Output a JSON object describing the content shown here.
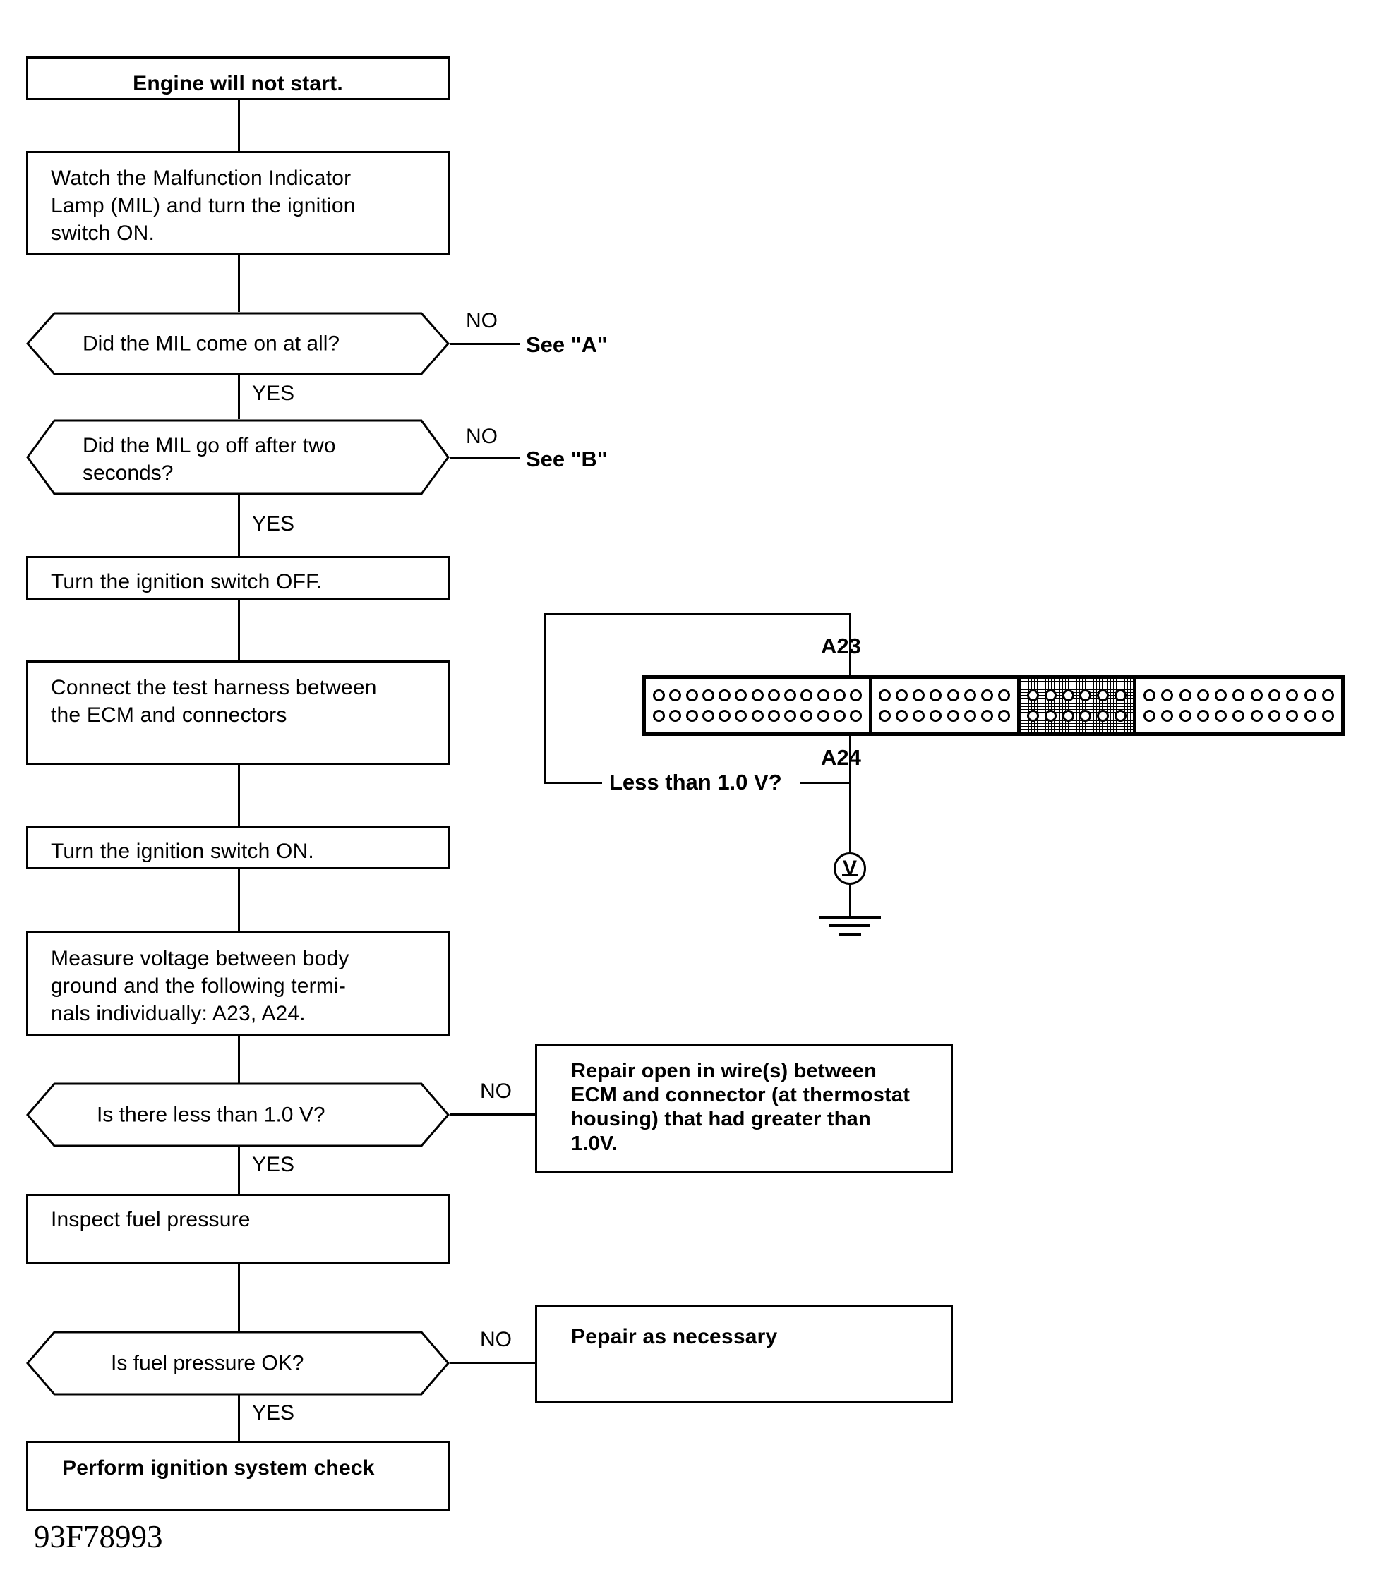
{
  "figure": {
    "code": "93F78993",
    "title_node": "Engine will not start."
  },
  "flow": {
    "nodes": [
      {
        "id": "start",
        "label": "Engine will not start."
      },
      {
        "id": "watch-mil",
        "label": "Watch the Malfunction Indicator\nLamp (MIL) and turn the ignition\nswitch ON."
      },
      {
        "id": "ign-off",
        "label": "Turn the ignition switch OFF."
      },
      {
        "id": "connect-harness",
        "label": "Connect the test harness between\nthe  ECM  and  connectors"
      },
      {
        "id": "ign-on",
        "label": "Turn the ignition switch ON."
      },
      {
        "id": "measure",
        "label": "Measure voltage between body\nground and the following termi-\nnals individually: A23, A24."
      },
      {
        "id": "inspect-fuel",
        "label": "Inspect fuel pressure"
      },
      {
        "id": "ignition-check",
        "label": "Perform  ignition  system  check"
      },
      {
        "id": "repair-open",
        "label": "Repair open in wire(s) between\nECM and connector (at thermostat\nhousing) that had greater than\n1.0V."
      },
      {
        "id": "repair-necessary",
        "label": "Pepair  as  necessary"
      }
    ],
    "decisions": [
      {
        "id": "mil-on",
        "label": "Did the MIL come on at all?"
      },
      {
        "id": "mil-off",
        "label": "Did the MIL go off after two\nseconds?"
      },
      {
        "id": "less-than-1v",
        "label": "Is there less than 1.0 V?"
      },
      {
        "id": "fuel-ok",
        "label": "Is fuel pressure OK?"
      }
    ],
    "branch_labels": {
      "no": "NO",
      "yes": "YES"
    },
    "references": {
      "see_a": "See \"A\"",
      "see_b": "See \"B\""
    }
  },
  "connector_diagram": {
    "terminal_top": "A23",
    "terminal_bottom": "A24",
    "measurement_note": "Less than 1.0 V?",
    "voltmeter_symbol": "V",
    "blocks": [
      {
        "pins_per_row": 13,
        "rows": 2,
        "shaded": false
      },
      {
        "pins_per_row": 8,
        "rows": 2,
        "shaded": false
      },
      {
        "pins_per_row": 6,
        "rows": 2,
        "shaded": true
      },
      {
        "pins_per_row": 11,
        "rows": 2,
        "shaded": false
      }
    ]
  },
  "colors": {
    "ink": "#000000",
    "paper": "#ffffff"
  }
}
